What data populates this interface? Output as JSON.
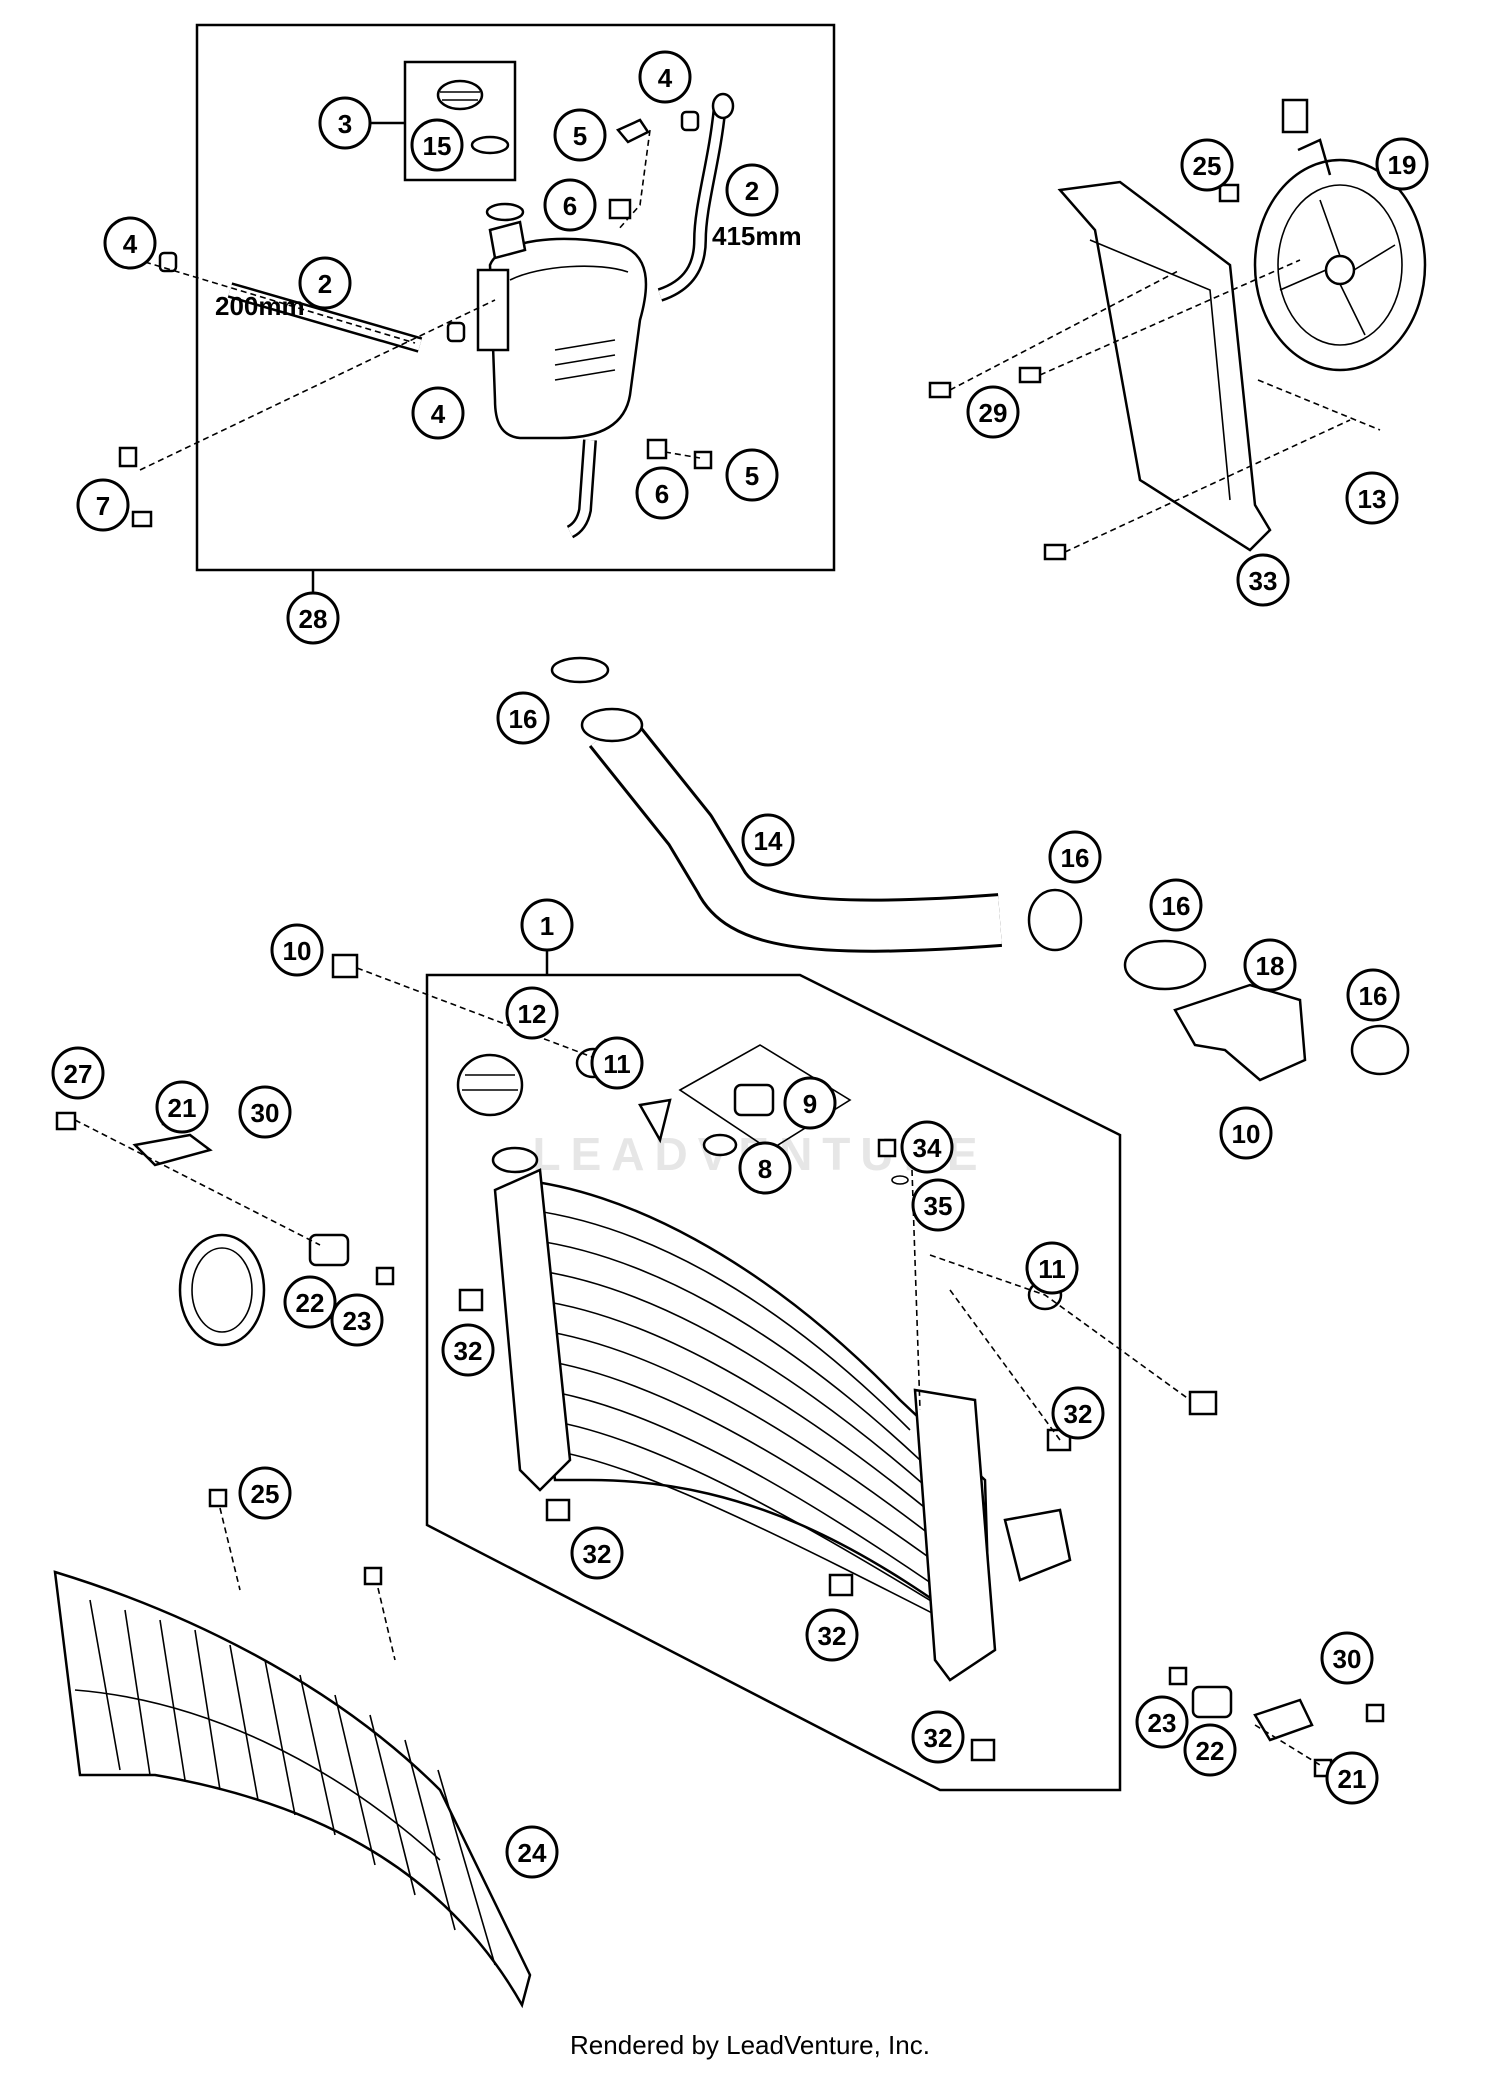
{
  "dimensions": {
    "hose_long": "415mm",
    "hose_short": "200mm"
  },
  "credit": "Rendered by LeadVenture, Inc.",
  "watermark": "LEADVENTURE",
  "callouts": [
    "1",
    "2",
    "2",
    "3",
    "4",
    "4",
    "4",
    "5",
    "5",
    "6",
    "6",
    "7",
    "8",
    "9",
    "10",
    "10",
    "11",
    "11",
    "12",
    "13",
    "14",
    "15",
    "16",
    "16",
    "16",
    "16",
    "18",
    "19",
    "21",
    "21",
    "22",
    "22",
    "23",
    "23",
    "24",
    "25",
    "25",
    "27",
    "28",
    "29",
    "30",
    "30",
    "32",
    "32",
    "32",
    "32",
    "32",
    "33",
    "34",
    "35"
  ]
}
